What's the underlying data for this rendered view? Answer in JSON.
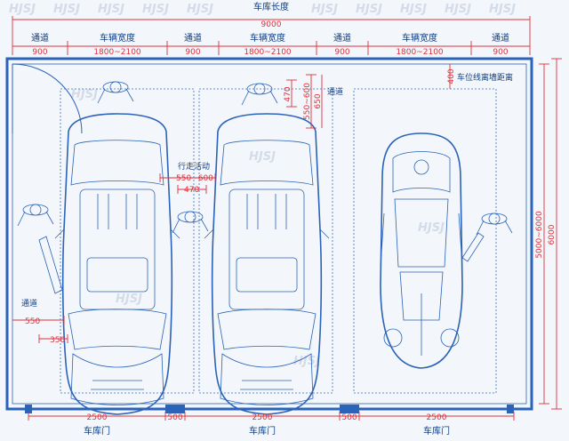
{
  "top": {
    "total_label": "车库长度",
    "total_value": "9000",
    "aisle_label": "通道",
    "car_width_label": "车辆宽度",
    "aisle_value": "900",
    "car_width_value": "1800~2100"
  },
  "right": {
    "depth_value": "5000~6000",
    "total_value": "6000",
    "wall_distance_label": "车位线离墙距离",
    "wall_distance_value": "400"
  },
  "middle": {
    "walk_label": "行走活动",
    "walk_range": "550~600",
    "walk_min": "470",
    "aisle_label": "通道",
    "front_range": "550~600",
    "front_alt": "650",
    "front_min": "470"
  },
  "left": {
    "aisle_label": "通道",
    "aisle_value": "550",
    "min_value": "350"
  },
  "bottom": {
    "door_width": "2500",
    "pillar_width": "500",
    "door_label": "车库门"
  },
  "watermark": "HJSJ",
  "colors": {
    "wall": "#2a63b8",
    "dimension": "#e0303a",
    "text": "#0d3f88"
  }
}
